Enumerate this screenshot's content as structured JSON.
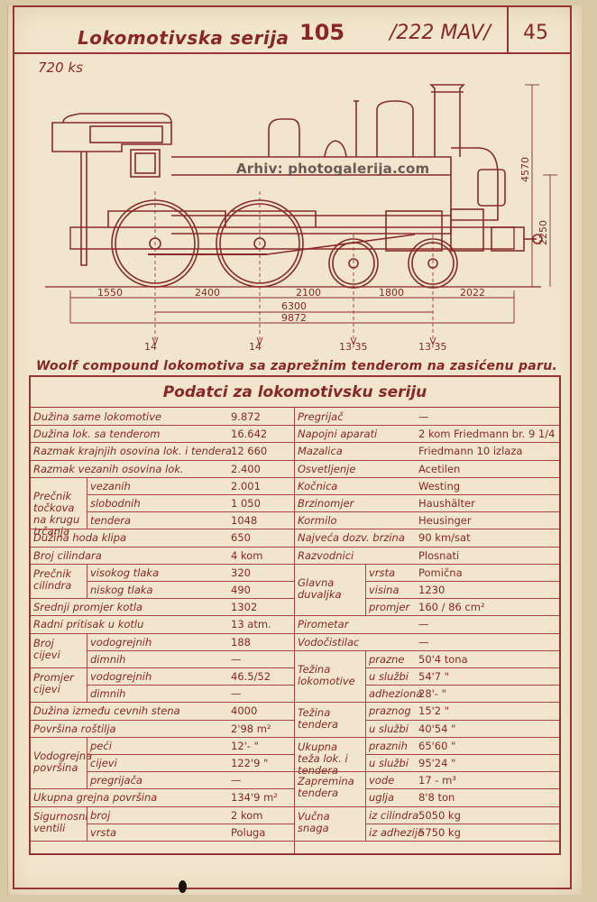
{
  "header": {
    "title": "Lokomotivska serija",
    "series_number": "105",
    "mav_number": "/222 MAV/",
    "page_number": "45"
  },
  "drawing": {
    "horsepower": "720 ks",
    "watermark": "Arhiv: photogalerija.com",
    "dims_bottom": [
      "1550",
      "2400",
      "2100",
      "1800",
      "2022"
    ],
    "dims_total": [
      "6300",
      "9872"
    ],
    "dims_height": [
      "4570",
      "2250"
    ],
    "axle_loads": [
      "14",
      "14",
      "13·35",
      "13·35"
    ]
  },
  "description": "Woolf compound lokomotiva sa zaprežnim tenderom na zasićenu paru.",
  "table": {
    "title": "Podatci za lokomotivsku seriju",
    "left": [
      {
        "label": "Dužina same lokomotive",
        "value": "9.872"
      },
      {
        "label": "Dužina lok. sa tenderom",
        "value": "16.642"
      },
      {
        "label": "Razmak krajnjih osovina lok. i tendera",
        "value": "12 660"
      },
      {
        "label": "Razmak vezanih osovina lok.",
        "value": "2.400"
      },
      {
        "group": "Prečnik točkova na krugu trčanja",
        "subs": [
          {
            "label": "vezanih",
            "value": "2.001"
          },
          {
            "label": "slobodnih",
            "value": "1 050"
          },
          {
            "label": "tendera",
            "value": "1048"
          }
        ]
      },
      {
        "label": "Dužina hoda klipa",
        "value": "650"
      },
      {
        "label": "Broj cilindara",
        "value": "4 kom"
      },
      {
        "group": "Prečnik cilindra",
        "subs": [
          {
            "label": "visokog tlaka",
            "value": "320"
          },
          {
            "label": "niskog tlaka",
            "value": "490"
          }
        ]
      },
      {
        "label": "Srednji promjer kotla",
        "value": "1302"
      },
      {
        "label": "Radni pritisak u kotlu",
        "value": "13 atm."
      },
      {
        "group": "Broj cijevi",
        "subs": [
          {
            "label": "vodogrejnih",
            "value": "188"
          },
          {
            "label": "dimnih",
            "value": "—"
          }
        ]
      },
      {
        "group": "Promjer cijevi",
        "subs": [
          {
            "label": "vodogrejnih",
            "value": "46.5/52"
          },
          {
            "label": "dimnih",
            "value": "—"
          }
        ]
      },
      {
        "label": "Dužina između cevnih stena",
        "value": "4000"
      },
      {
        "label": "Površina roštilja",
        "value": "2'98 m²"
      },
      {
        "group": "Vodogrejna površina",
        "subs": [
          {
            "label": "peći",
            "value": "12'- \""
          },
          {
            "label": "cijevi",
            "value": "122'9 \""
          },
          {
            "label": "pregrijača",
            "value": "—"
          }
        ]
      },
      {
        "label": "Ukupna grejna površina",
        "value": "134'9 m²"
      },
      {
        "group": "Sigurnosni ventili",
        "subs": [
          {
            "label": "broj",
            "value": "2 kom"
          },
          {
            "label": "vrsta",
            "value": "Poluga"
          }
        ]
      }
    ],
    "right": [
      {
        "label": "Pregrijač",
        "value": "—"
      },
      {
        "label": "Napojni aparati",
        "value": "2 kom Friedmann br. 9 1/4"
      },
      {
        "label": "Mazalica",
        "value": "Friedmann 10 izlaza"
      },
      {
        "label": "Osvetljenje",
        "value": "Acetilen"
      },
      {
        "label": "Kočnica",
        "value": "Westing"
      },
      {
        "label": "Brzinomjer",
        "value": "Haushälter"
      },
      {
        "label": "Kormilo",
        "value": "Heusinger"
      },
      {
        "label": "Najveća dozv. brzina",
        "value": "90 km/sat"
      },
      {
        "label": "Razvodnici",
        "value": "Plosnati"
      },
      {
        "group": "Glavna duvaljka",
        "subs": [
          {
            "label": "vrsta",
            "value": "Pomična"
          },
          {
            "label": "visina",
            "value": "1230"
          },
          {
            "label": "promjer",
            "value": "160 / 86 cm²"
          }
        ]
      },
      {
        "label": "Pirometar",
        "value": "—"
      },
      {
        "label": "Vodočistilac",
        "value": "—"
      },
      {
        "group": "Težina lokomotive",
        "subs": [
          {
            "label": "prazne",
            "value": "50'4 tona"
          },
          {
            "label": "u službi",
            "value": "54'7 \""
          },
          {
            "label": "adheziona",
            "value": "28'- \""
          }
        ]
      },
      {
        "group": "Težina tendera",
        "subs": [
          {
            "label": "praznog",
            "value": "15'2 \""
          },
          {
            "label": "u službi",
            "value": "40'54 \""
          }
        ]
      },
      {
        "group": "Ukupna teža lok. i tendera",
        "subs": [
          {
            "label": "praznih",
            "value": "65'60 \""
          },
          {
            "label": "u službi",
            "value": "95'24 \""
          }
        ]
      },
      {
        "group": "Zapremina tendera",
        "subs": [
          {
            "label": "vode",
            "value": "17 - m³"
          },
          {
            "label": "uglja",
            "value": "8'8 ton"
          }
        ]
      },
      {
        "group": "Vučna snaga",
        "subs": [
          {
            "label": "iz cilindra",
            "value": "5050 kg"
          },
          {
            "label": "iz adhezije",
            "value": "5750 kg"
          }
        ]
      }
    ]
  }
}
